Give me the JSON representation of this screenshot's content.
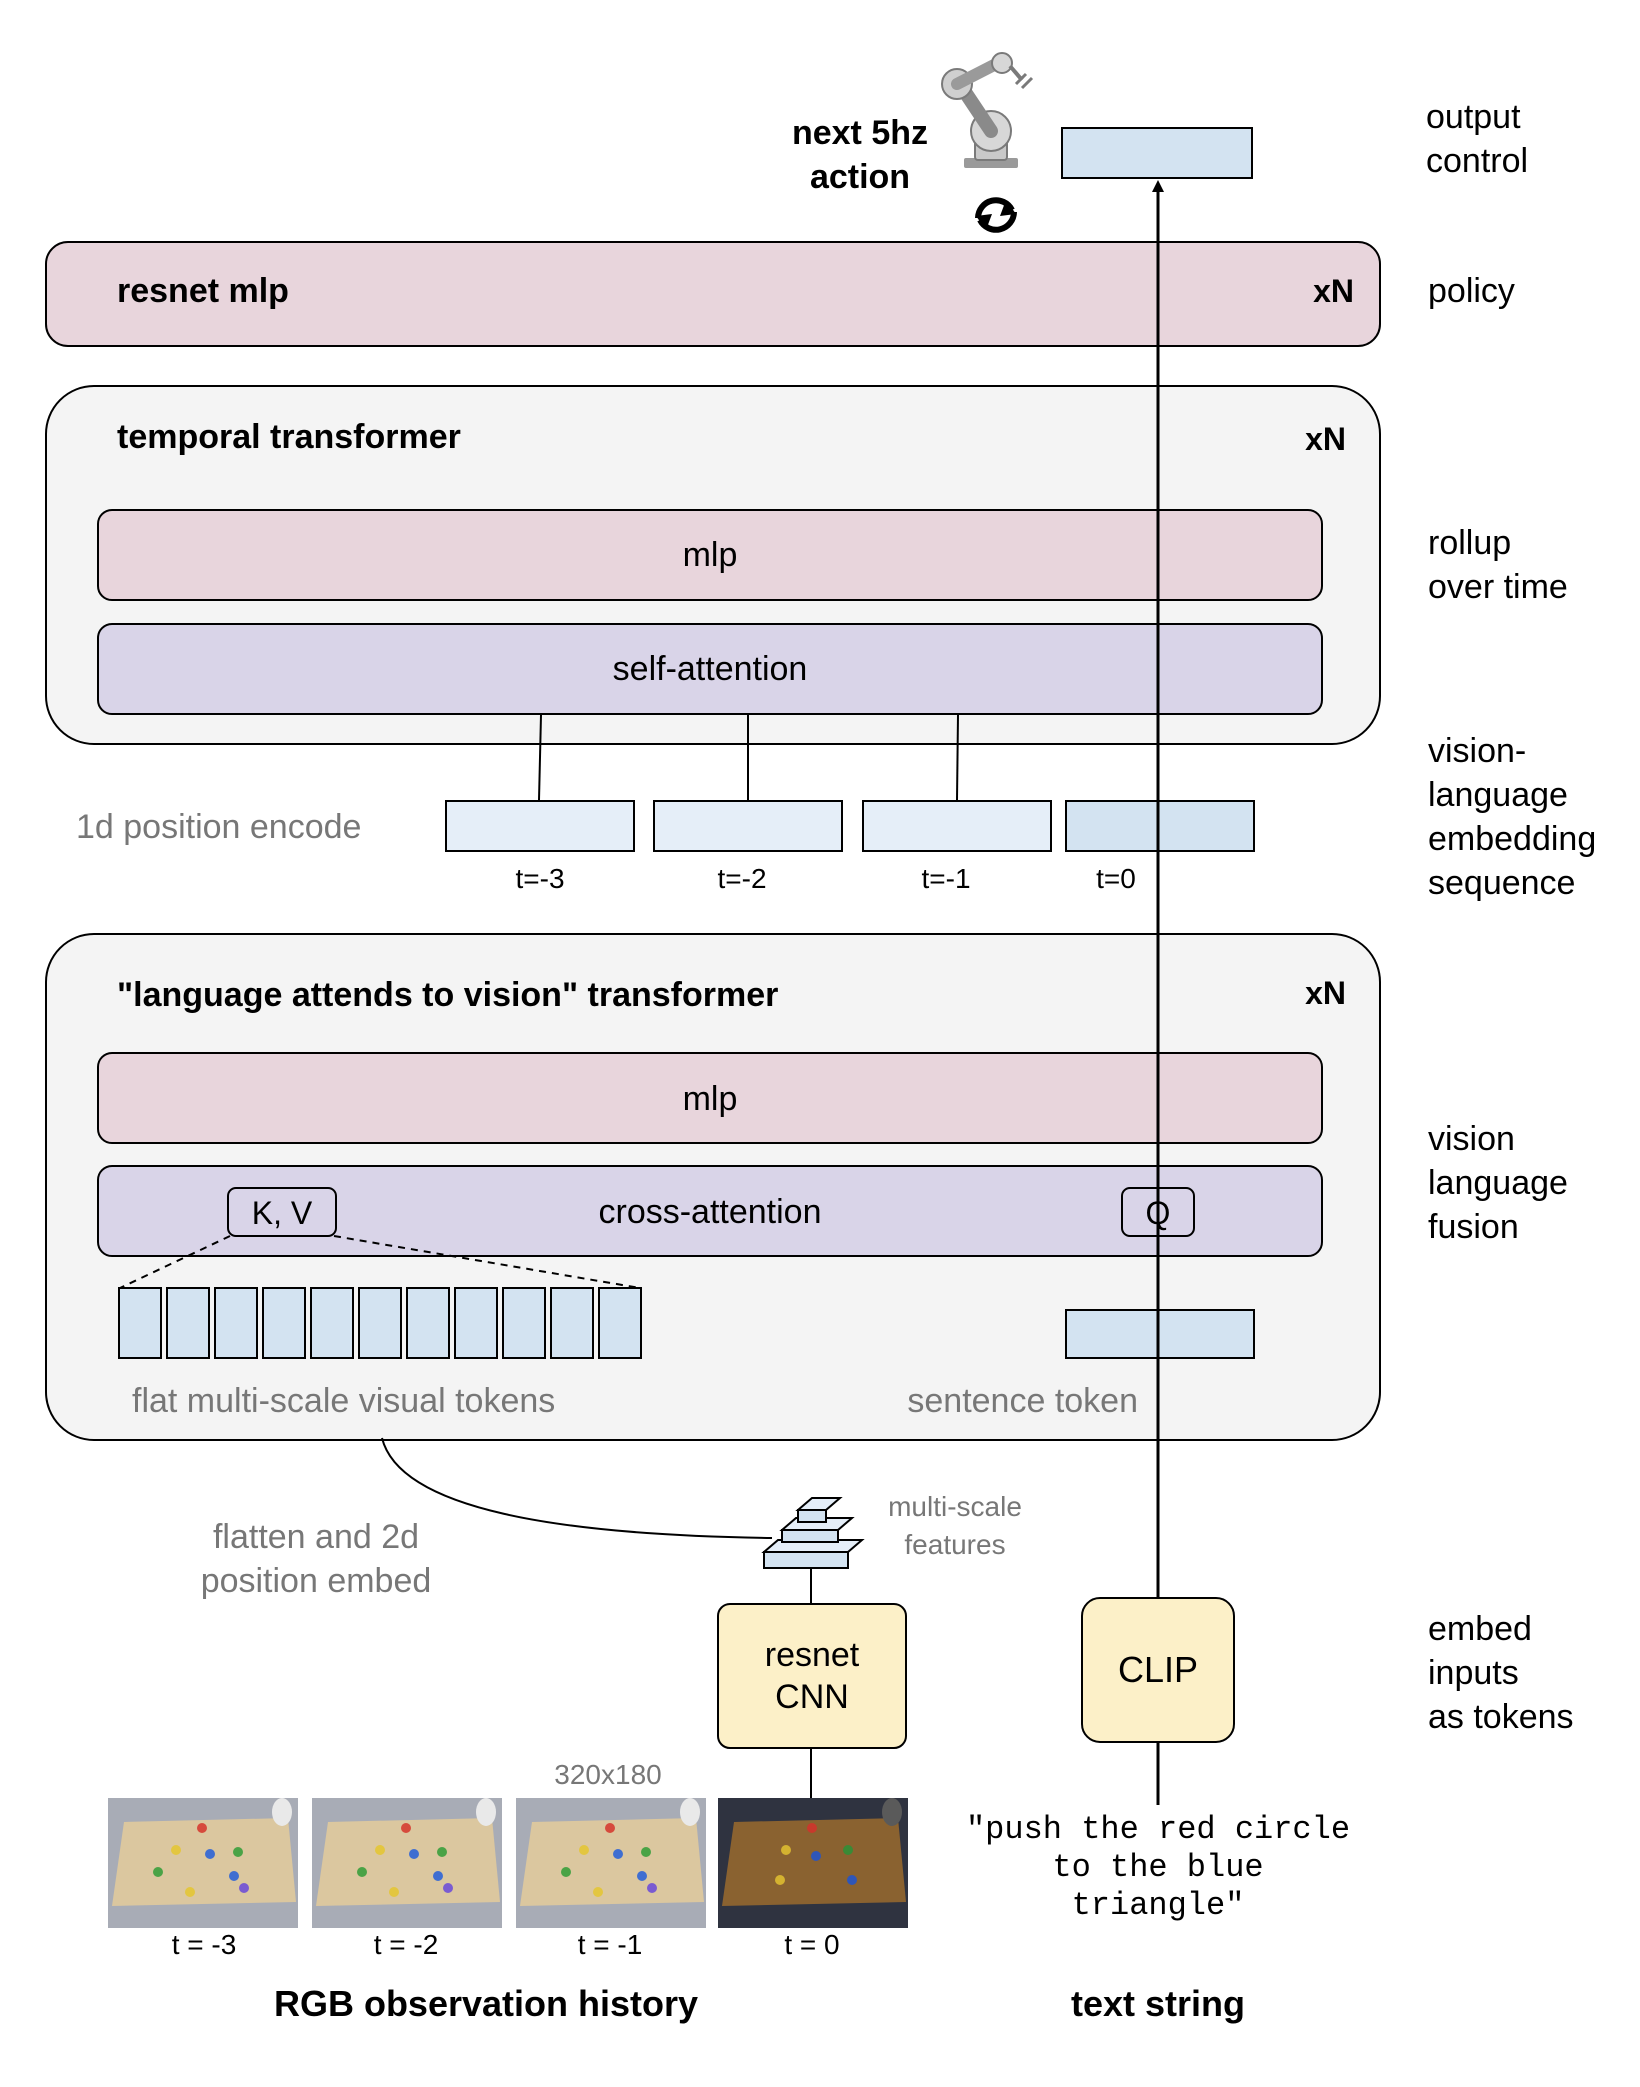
{
  "colors": {
    "pink": "#e8d5dc",
    "purple": "#d9d4e8",
    "light_blue": "#d3e3f1",
    "pale_blue": "#e5eef8",
    "yellow": "#fcf0c8",
    "panel": "#f4f4f4",
    "gray_text": "#777777"
  },
  "top": {
    "action_label_line1": "next 5hz",
    "action_label_line2": "action",
    "robot_icon": "robot-arm-icon",
    "cycle_icon": "refresh-cycle-icon"
  },
  "policy": {
    "title": "resnet mlp",
    "repeat": "xN"
  },
  "temporal": {
    "title": "temporal transformer",
    "repeat": "xN",
    "mlp": "mlp",
    "attention": "self-attention"
  },
  "sequence": {
    "position_label": "1d position encode",
    "times": [
      "t=-3",
      "t=-2",
      "t=-1",
      "t=0"
    ]
  },
  "fusion": {
    "title": "\"language attends to vision\" transformer",
    "repeat": "xN",
    "mlp": "mlp",
    "attention": "cross-attention",
    "kv": "K, V",
    "q": "Q",
    "visual_tokens_label": "flat multi-scale visual tokens",
    "sentence_token_label": "sentence token"
  },
  "embed": {
    "flatten_line1": "flatten and 2d",
    "flatten_line2": "position embed",
    "multiscale_line1": "multi-scale",
    "multiscale_line2": "features",
    "cnn_line1": "resnet",
    "cnn_line2": "CNN",
    "clip": "CLIP",
    "resolution": "320x180"
  },
  "inputs": {
    "frames": [
      "t = -3",
      "t = -2",
      "t = -1",
      "t = 0"
    ],
    "text_line1": "\"push the red circle",
    "text_line2": "to the blue",
    "text_line3": "triangle\"",
    "rgb_title": "RGB observation history",
    "text_title": "text string"
  },
  "stages": {
    "output_line1": "output",
    "output_line2": "control",
    "policy": "policy",
    "rollup_line1": "rollup",
    "rollup_line2": "over time",
    "sequence_line1": "vision-",
    "sequence_line2": "language",
    "sequence_line3": "embedding",
    "sequence_line4": "sequence",
    "fusion_line1": "vision",
    "fusion_line2": "language",
    "fusion_line3": "fusion",
    "embed_line1": "embed",
    "embed_line2": "inputs",
    "embed_line3": "as tokens"
  }
}
